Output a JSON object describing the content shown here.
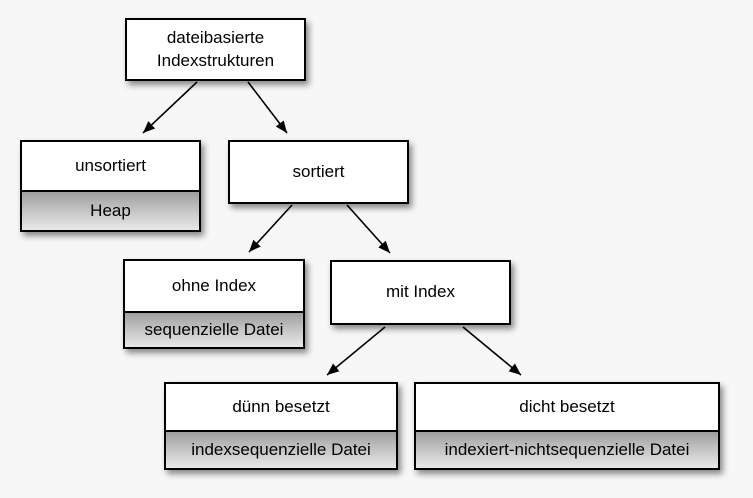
{
  "diagram": {
    "language": "de",
    "background_color": "#f7f7f7",
    "box_fill_color": "#ffffff",
    "box_border_color": "#000000",
    "sublabel_gradient_top": "#9f9f9f",
    "sublabel_gradient_bottom": "#e8e8e8",
    "text_color": "#000000",
    "nodes": {
      "root": {
        "label": "dateibasierte Indexstrukturen",
        "sublabel": null
      },
      "unsorted": {
        "label": "unsortiert",
        "sublabel": "Heap"
      },
      "sorted": {
        "label": "sortiert",
        "sublabel": null
      },
      "no_index": {
        "label": "ohne Index",
        "sublabel": "sequenzielle Datei"
      },
      "with_index": {
        "label": "mit Index",
        "sublabel": null
      },
      "sparse": {
        "label": "dünn besetzt",
        "sublabel": "indexsequenzielle Datei"
      },
      "dense": {
        "label": "dicht besetzt",
        "sublabel": "indexiert-nichtsequenzielle Datei"
      }
    },
    "edges": [
      {
        "from": "root",
        "to": "unsorted"
      },
      {
        "from": "root",
        "to": "sorted"
      },
      {
        "from": "sorted",
        "to": "no_index"
      },
      {
        "from": "sorted",
        "to": "with_index"
      },
      {
        "from": "with_index",
        "to": "sparse"
      },
      {
        "from": "with_index",
        "to": "dense"
      }
    ]
  }
}
